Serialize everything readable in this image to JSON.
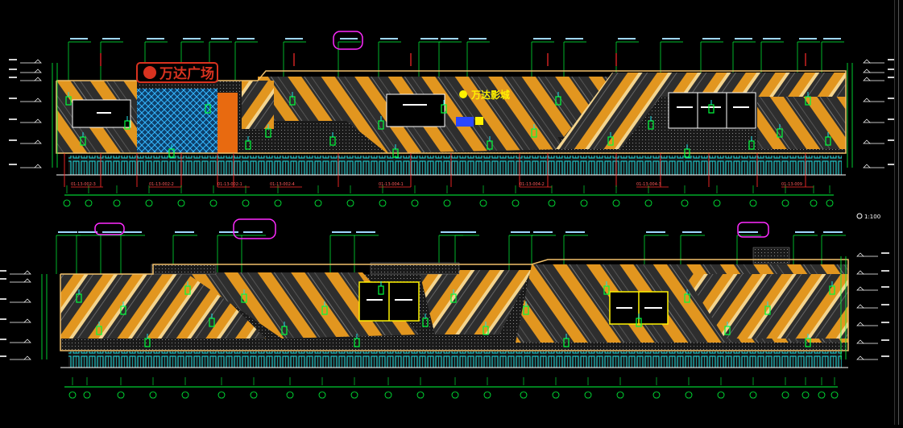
{
  "drawing": {
    "title": "CAD elevation drawing",
    "background": "#000000",
    "colors": {
      "facade_orange": "#e2961f",
      "facade_light": "#f1c06a",
      "hatch_dark": "#3b3b3b",
      "green_line": "#00ff3c",
      "cyan": "#1fe3e6",
      "white": "#ffffff",
      "red": "#ff2a2a",
      "magenta": "#ff2bff",
      "yellow": "#fff200",
      "logo_red": "#d8321f"
    }
  },
  "upper_elevation": {
    "sign_main": "万达广场",
    "sign_secondary": "万达影城",
    "section_marks": [
      "01-13-002-3",
      "01-13-002-2",
      "01-13-002-1",
      "01-13-002-4",
      "01-13-004-1",
      "01-13-004-2",
      "01-13-004-3",
      "01-13-009"
    ],
    "scale_note": "1:100"
  },
  "lower_elevation": {},
  "toolbar": {
    "scrollbar_icon": "vertical-scrollbar"
  }
}
